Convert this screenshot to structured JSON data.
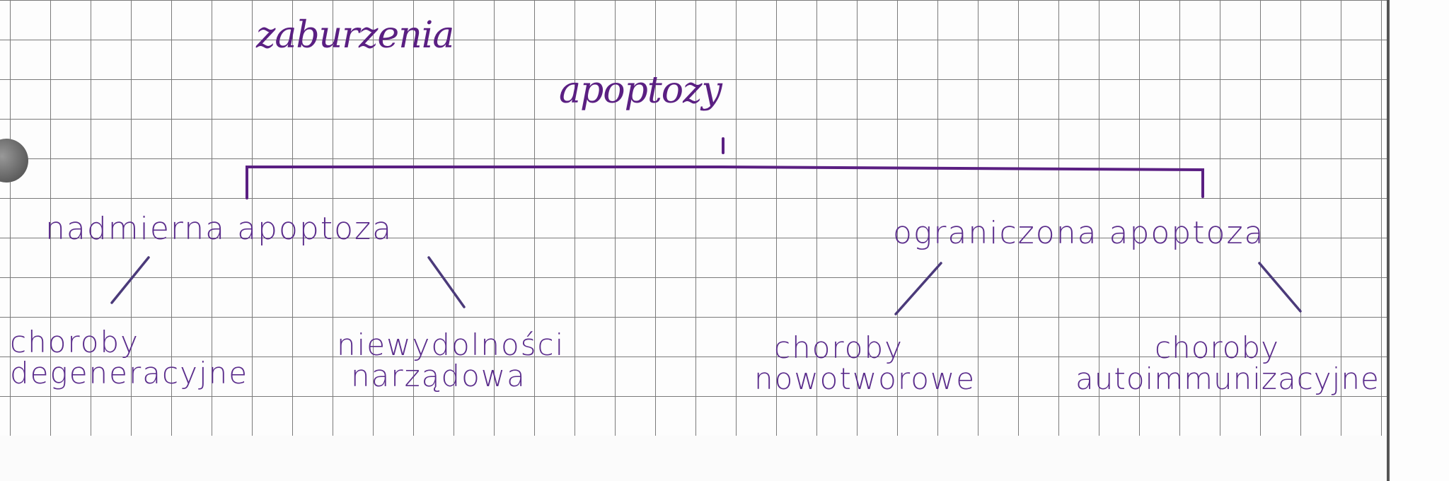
{
  "title": {
    "line1": "zaburzenia",
    "line2": "apoptozy"
  },
  "branches": [
    {
      "label": "nadmierna apoptoza",
      "children": [
        {
          "line1": "choroby",
          "line2": "degeneracyjne"
        },
        {
          "line1": "niewydolności",
          "line2": "narządowa"
        }
      ]
    },
    {
      "label": "ograniczona apoptoza",
      "children": [
        {
          "line1": "choroby",
          "line2": "nowotworowe"
        },
        {
          "line1": "choroby",
          "line2": "autoimmunizacyjne"
        }
      ]
    }
  ],
  "colors": {
    "ink_title": "#5a1f82",
    "ink_text": "#5b2d8c",
    "grid": "#7a7a7a"
  }
}
